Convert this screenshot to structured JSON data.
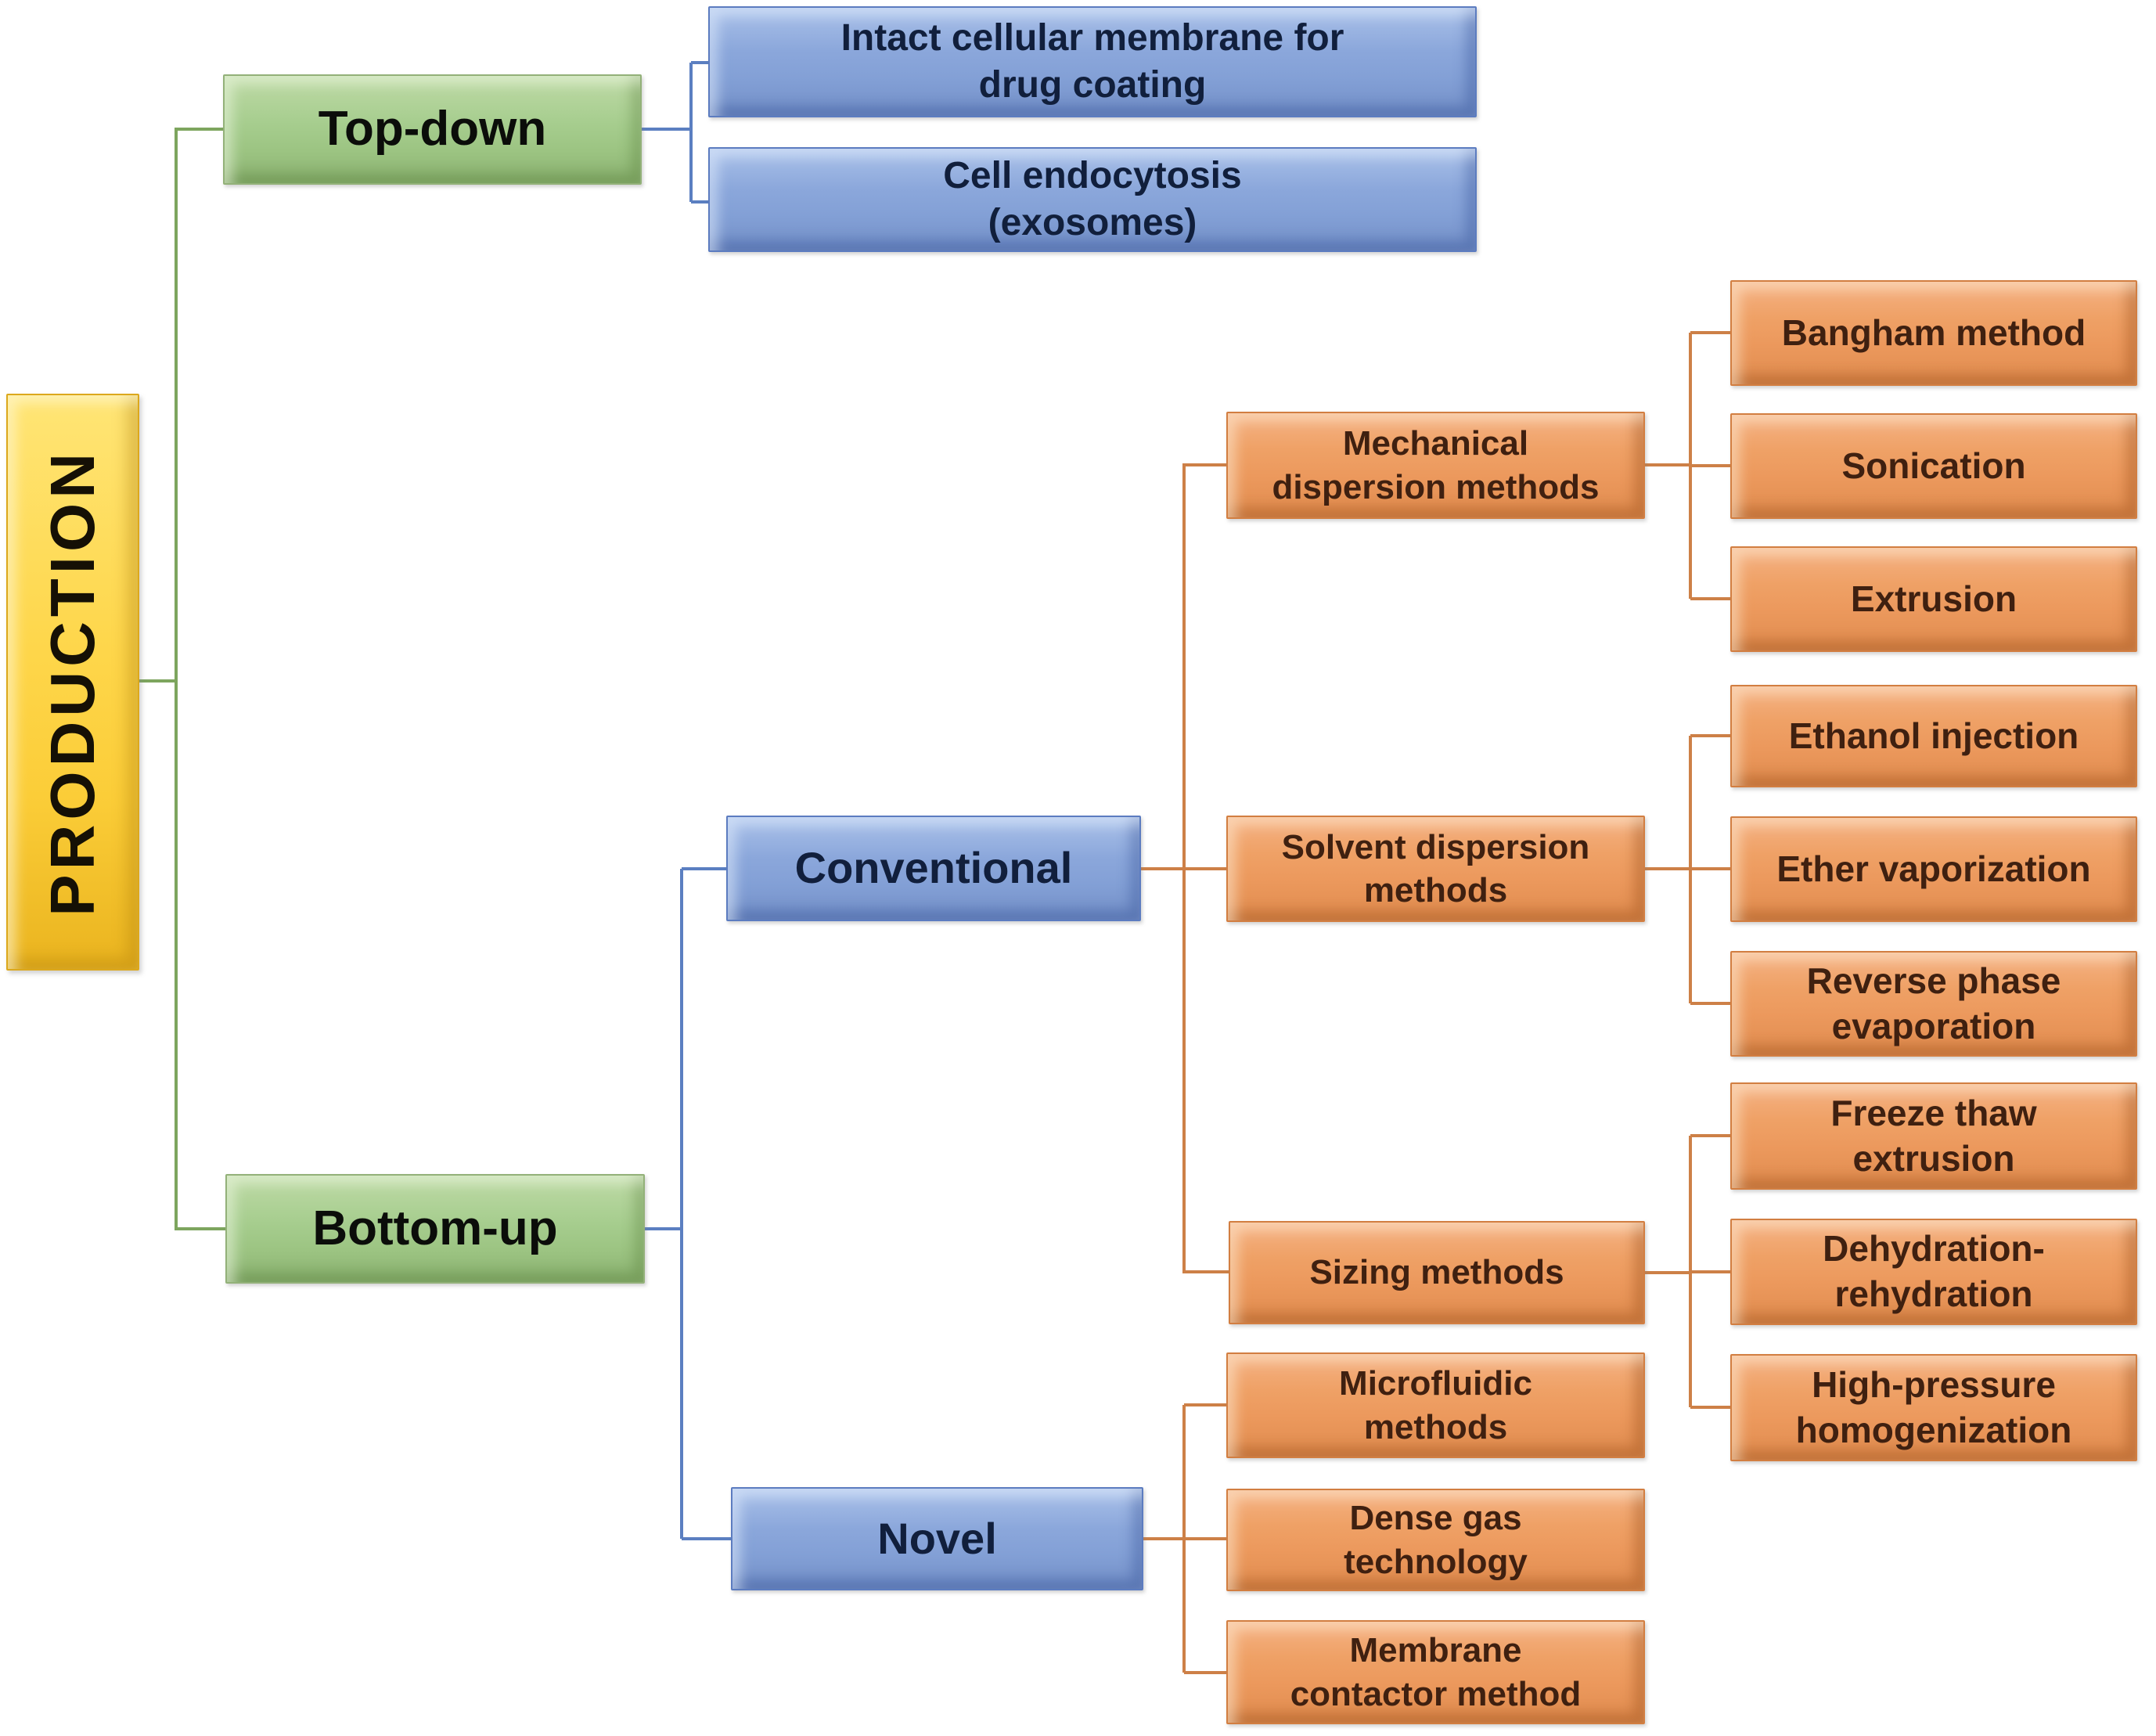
{
  "diagram_title": "PRODUCTION",
  "palette": {
    "root_fill": "#fcd13b",
    "branch_fill": "#a6cd8e",
    "category_fill": "#8ba7db",
    "method_fill": "#efa166",
    "line_green": "#7da55e",
    "line_blue": "#5b7fc1",
    "line_orange": "#cd8047",
    "text_dark": "#0b0d0a",
    "text_navy": "#111f3c",
    "text_brown": "#3f2010"
  },
  "nodes": {
    "production": {
      "label": "PRODUCTION"
    },
    "topdown": {
      "label": "Top-down"
    },
    "bottomup": {
      "label": "Bottom-up"
    },
    "intact": {
      "label": "Intact cellular membrane for\ndrug coating"
    },
    "cellendo": {
      "label": "Cell endocytosis\n(exosomes)"
    },
    "conventional": {
      "label": "Conventional"
    },
    "novel": {
      "label": "Novel"
    },
    "mechanical": {
      "label": "Mechanical\ndispersion methods"
    },
    "solvent": {
      "label": "Solvent dispersion\nmethods"
    },
    "sizing": {
      "label": "Sizing methods"
    },
    "microfluidic": {
      "label": "Microfluidic\nmethods"
    },
    "densegas": {
      "label": "Dense gas\ntechnology"
    },
    "membrane": {
      "label": "Membrane\ncontactor method"
    },
    "bangham": {
      "label": "Bangham method"
    },
    "sonication": {
      "label": "Sonication"
    },
    "extrusion": {
      "label": "Extrusion"
    },
    "ethanol": {
      "label": "Ethanol injection"
    },
    "ether": {
      "label": "Ether vaporization"
    },
    "reversephase": {
      "label": "Reverse phase\nevaporation"
    },
    "freezethaw": {
      "label": "Freeze thaw\nextrusion"
    },
    "dehydration": {
      "label": "Dehydration-\nrehydration"
    },
    "highpressure": {
      "label": "High-pressure\nhomogenization"
    }
  }
}
